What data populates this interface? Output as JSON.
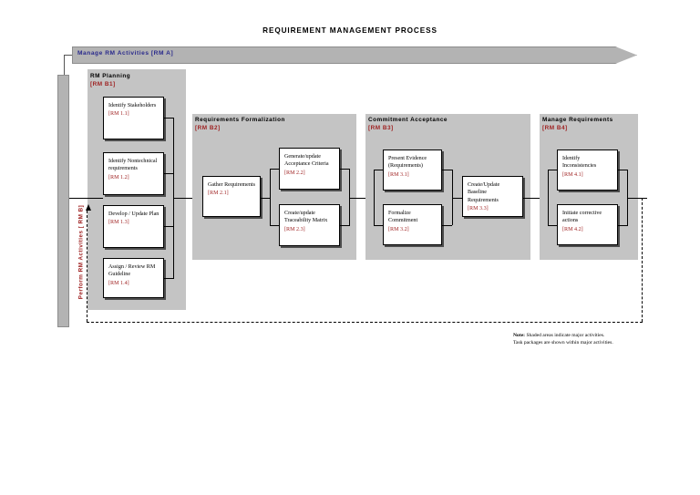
{
  "page": {
    "title": "REQUIREMENT MANAGEMENT PROCESS"
  },
  "banner": {
    "label": "Manage RM Activities [RM A]",
    "color": "#2a2a8c",
    "fill": "#b3b3b3"
  },
  "left_bar": {
    "label": "Perform RM Activities [ RM B]",
    "color": "#9e1f1f",
    "fill": "#b3b3b3"
  },
  "regions": [
    {
      "id": "rm-planning",
      "title": "RM Planning",
      "code": "[RM B1]",
      "tasks": [
        {
          "label": "Identify Stakeholders",
          "code": "[RM 1.1]"
        },
        {
          "label": "Identify Nontechnical requirements",
          "code": "[RM 1.2]"
        },
        {
          "label": "Develop / Update Plan",
          "code": "[RM 1.3]"
        },
        {
          "label": "Assign / Review RM Guideline",
          "code": "[RM 1.4]"
        }
      ]
    },
    {
      "id": "requirements-formalization",
      "title": "Requirements Formalization",
      "code": "[RM B2]",
      "tasks": [
        {
          "label": "Gather Requirements",
          "code": "[RM 2.1]"
        },
        {
          "label": "Generate/update Acceptance Criteria",
          "code": "[RM 2.2]"
        },
        {
          "label": "Create/update Traceability Matrix",
          "code": "[RM 2.3]"
        }
      ]
    },
    {
      "id": "commitment-acceptance",
      "title": "Commitment Acceptance",
      "code": "[RM B3]",
      "tasks": [
        {
          "label": "Present Evidence (Requirements)",
          "code": "[RM 3.1]"
        },
        {
          "label": "Formalize Commitment",
          "code": "[RM 3.2]"
        },
        {
          "label": "Create/Update Baseline Requirements",
          "code": "[RM 3.3]"
        }
      ]
    },
    {
      "id": "manage-requirements",
      "title": "Manage Requirements",
      "code": "[RM B4]",
      "tasks": [
        {
          "label": "Identify Inconsistencies",
          "code": "[RM 4.1]"
        },
        {
          "label": "Initiate corrective actions",
          "code": "[RM 4.2]"
        }
      ]
    }
  ],
  "note": {
    "lead": "Note:",
    "line1": " Shaded areas indicate major activities.",
    "line2": "Task packages are shown within major activities."
  }
}
